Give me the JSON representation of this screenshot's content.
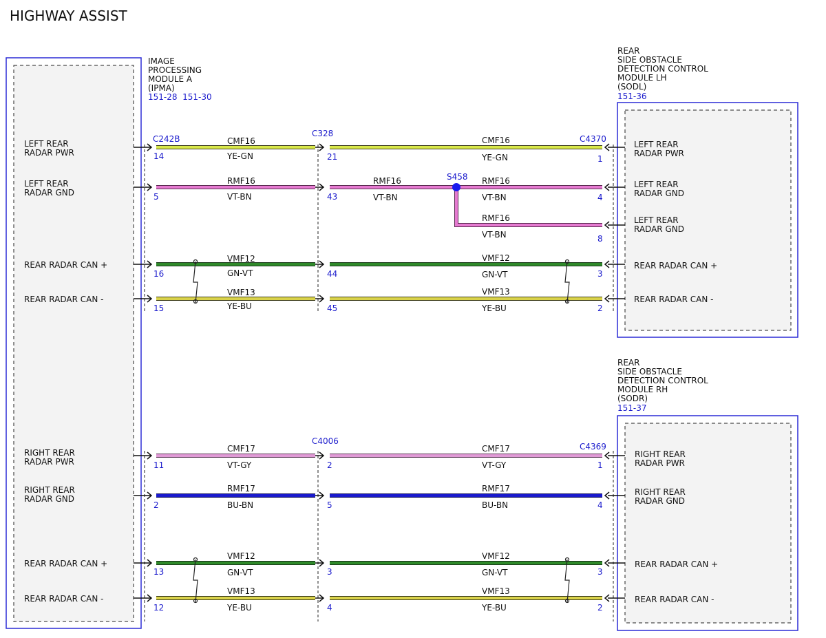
{
  "page_title": "HIGHWAY ASSIST",
  "colors": {
    "module_border": "#2b2bd6",
    "module_fill": "#f3f3f3",
    "ref_text": "#1a1acc",
    "YE-GN": "#d9e84a",
    "VT-BN": "#e57ad0",
    "GN-VT": "#2f8a2a",
    "YE-BU": "#d9d24a",
    "VT-GY": "#e09ad6",
    "BU-BN": "#1a1acc"
  },
  "modules": {
    "ipma": {
      "name_lines": [
        "IMAGE",
        "PROCESSING",
        "MODULE A",
        "(IPMA)"
      ],
      "refs": "151-28  151-30",
      "pins": [
        [
          "LEFT REAR",
          "RADAR PWR"
        ],
        [
          "LEFT REAR",
          "RADAR GND"
        ],
        [
          "REAR RADAR CAN +"
        ],
        [
          "REAR RADAR CAN -"
        ],
        [
          "RIGHT REAR",
          "RADAR PWR"
        ],
        [
          "RIGHT REAR",
          "RADAR GND"
        ],
        [
          "REAR RADAR CAN +"
        ],
        [
          "REAR RADAR CAN -"
        ]
      ]
    },
    "sodl": {
      "name_lines": [
        "REAR",
        "SIDE OBSTACLE",
        "DETECTION CONTROL",
        "MODULE LH",
        "(SODL)"
      ],
      "refs": "151-36",
      "pins": [
        [
          "LEFT REAR",
          "RADAR PWR"
        ],
        [
          "LEFT REAR",
          "RADAR GND"
        ],
        [
          "LEFT REAR",
          "RADAR GND"
        ],
        [
          "REAR RADAR CAN +"
        ],
        [
          "REAR RADAR CAN -"
        ]
      ]
    },
    "sodr": {
      "name_lines": [
        "REAR",
        "SIDE OBSTACLE",
        "DETECTION CONTROL",
        "MODULE RH",
        "(SODR)"
      ],
      "refs": "151-37",
      "pins": [
        [
          "RIGHT REAR",
          "RADAR PWR"
        ],
        [
          "RIGHT REAR",
          "RADAR GND"
        ],
        [
          "REAR RADAR CAN +"
        ],
        [
          "REAR RADAR CAN -"
        ]
      ]
    }
  },
  "connectors": {
    "ipma_upper": "C242B",
    "mid_upper": "C328",
    "sodl": "C4370",
    "mid_lower": "C4006",
    "sodr": "C4369"
  },
  "splice": "S458",
  "wires": [
    {
      "left_pin": "14",
      "left_circuit": "CMF16",
      "left_color": "YE-GN",
      "mid_pin": "21",
      "right_circuit": "CMF16",
      "right_color": "YE-GN",
      "right_pin": "1"
    },
    {
      "left_pin": "5",
      "left_circuit": "RMF16",
      "left_color": "VT-BN",
      "mid_pin": "43",
      "mid_circuit": "RMF16",
      "mid_color": "VT-BN",
      "right_circuit": "RMF16",
      "right_color": "VT-BN",
      "right_pin": "4"
    },
    {
      "branch_circuit": "RMF16",
      "branch_color": "VT-BN",
      "branch_pin": "8"
    },
    {
      "left_pin": "16",
      "left_circuit": "VMF12",
      "left_color": "GN-VT",
      "mid_pin": "44",
      "right_circuit": "VMF12",
      "right_color": "GN-VT",
      "right_pin": "3"
    },
    {
      "left_pin": "15",
      "left_circuit": "VMF13",
      "left_color": "YE-BU",
      "mid_pin": "45",
      "right_circuit": "VMF13",
      "right_color": "YE-BU",
      "right_pin": "2"
    },
    {
      "left_pin": "11",
      "left_circuit": "CMF17",
      "left_color": "VT-GY",
      "mid_pin": "2",
      "right_circuit": "CMF17",
      "right_color": "VT-GY",
      "right_pin": "1"
    },
    {
      "left_pin": "2",
      "left_circuit": "RMF17",
      "left_color": "BU-BN",
      "mid_pin": "5",
      "right_circuit": "RMF17",
      "right_color": "BU-BN",
      "right_pin": "4"
    },
    {
      "left_pin": "13",
      "left_circuit": "VMF12",
      "left_color": "GN-VT",
      "mid_pin": "3",
      "right_circuit": "VMF12",
      "right_color": "GN-VT",
      "right_pin": "3"
    },
    {
      "left_pin": "12",
      "left_circuit": "VMF13",
      "left_color": "YE-BU",
      "mid_pin": "4",
      "right_circuit": "VMF13",
      "right_color": "YE-BU",
      "right_pin": "2"
    }
  ]
}
